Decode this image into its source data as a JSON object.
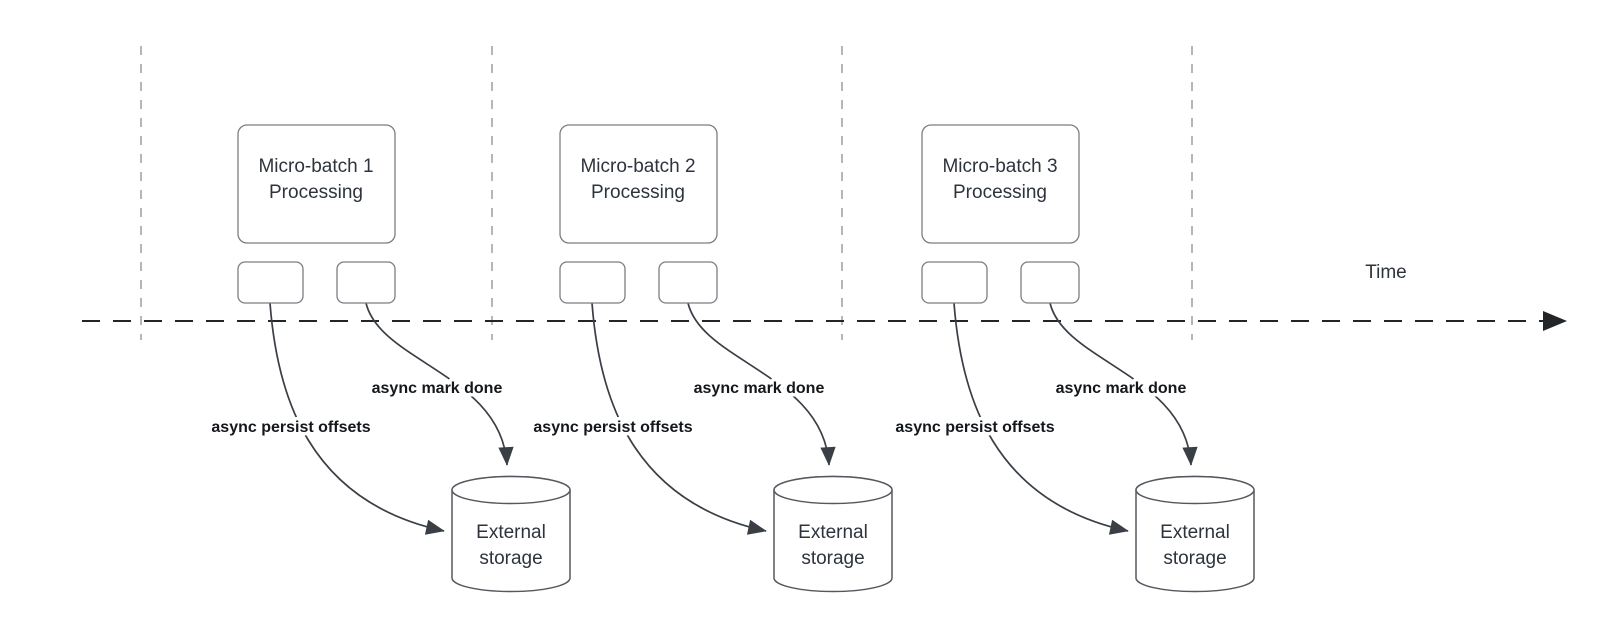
{
  "colors": {
    "canvas_bg": "#ffffff",
    "arrow_line": "#3a3f46",
    "box_border": "#7b7e83",
    "cylinder_border": "#55595f",
    "divider_gray": "#a4a4a4",
    "timeline_black": "#232629",
    "shape_text": "#2e343d",
    "label_text": "#14171b"
  },
  "time_axis": {
    "label": "Time"
  },
  "groups": [
    {
      "box_label": [
        "Micro-batch 1",
        "Processing"
      ],
      "persist_label": "async persist offsets",
      "mark_label": "async mark done",
      "storage_label": [
        "External",
        "storage"
      ]
    },
    {
      "box_label": [
        "Micro-batch 2",
        "Processing"
      ],
      "persist_label": "async persist offsets",
      "mark_label": "async mark done",
      "storage_label": [
        "External",
        "storage"
      ]
    },
    {
      "box_label": [
        "Micro-batch 3",
        "Processing"
      ],
      "persist_label": "async persist offsets",
      "mark_label": "async mark done",
      "storage_label": [
        "External",
        "storage"
      ]
    }
  ]
}
